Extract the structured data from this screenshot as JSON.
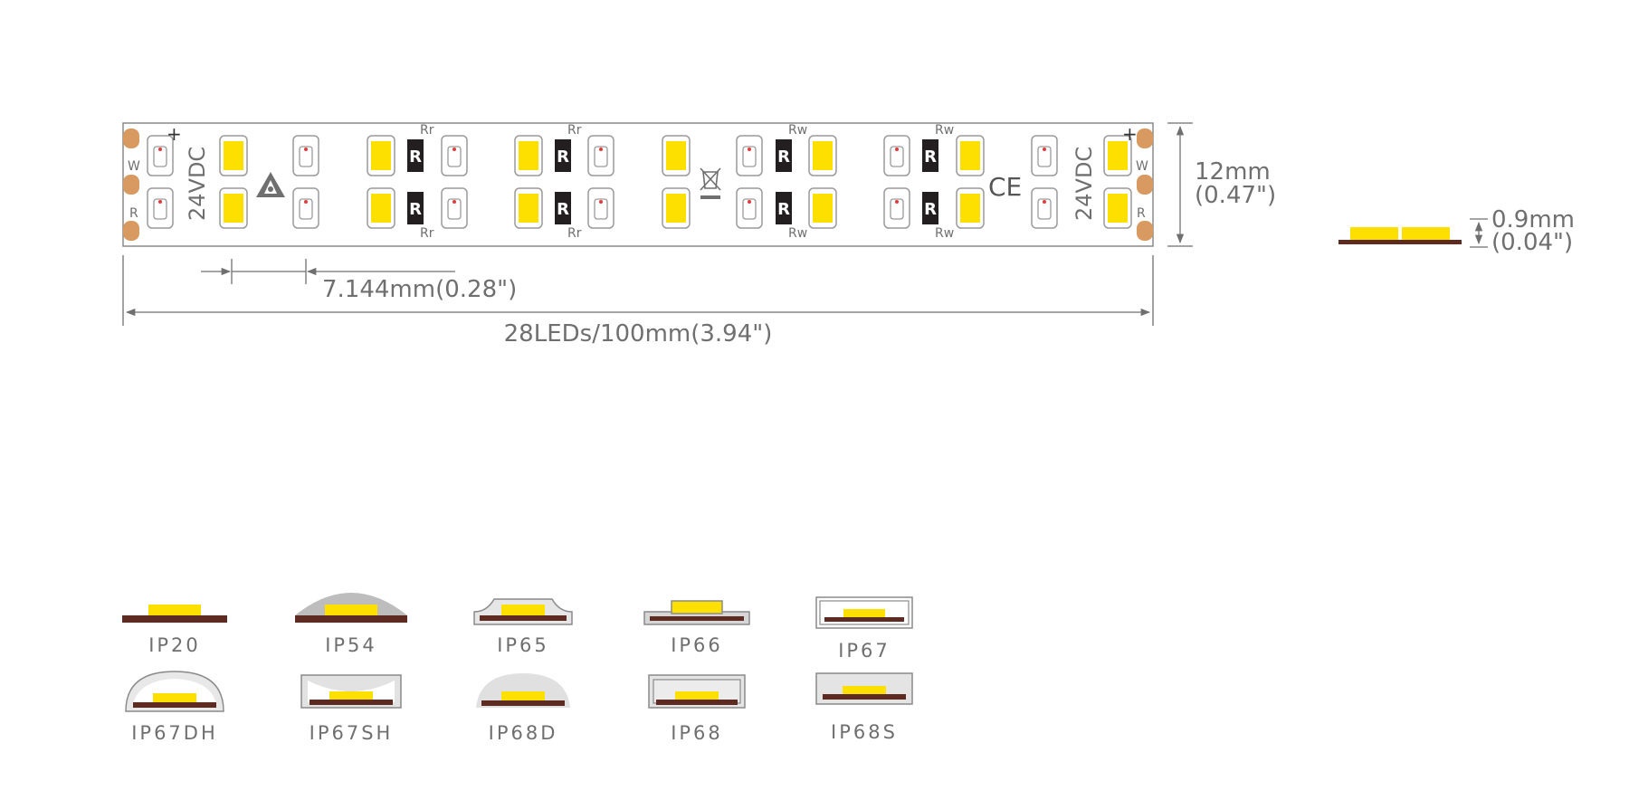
{
  "strip": {
    "voltage_left": "24VDC",
    "voltage_right": "24VDC",
    "pad_w": "W",
    "pad_r": "R",
    "resistor_letter": "R",
    "resistor_label_rr": "Rr",
    "resistor_label_rw": "Rw",
    "plus_sign": "+",
    "ce_mark": "CE",
    "esd_icon": "esd-warning-icon",
    "weee_icon": "crossed-bin-icon"
  },
  "dimensions": {
    "pitch": "7.144mm(0.28\")",
    "length": "28LEDs/100mm(3.94\")",
    "width_mm": "12mm",
    "width_in": "(0.47\")",
    "thickness_mm": "0.9mm",
    "thickness_in": "(0.04\")"
  },
  "ip_ratings": [
    {
      "label": "IP20",
      "style": "bare"
    },
    {
      "label": "IP54",
      "style": "dome"
    },
    {
      "label": "IP65",
      "style": "coated"
    },
    {
      "label": "IP66",
      "style": "potted"
    },
    {
      "label": "IP67",
      "style": "tube"
    },
    {
      "label": "IP67DH",
      "style": "dome-tube"
    },
    {
      "label": "IP67SH",
      "style": "silicone-tube"
    },
    {
      "label": "IP68D",
      "style": "solid-dome"
    },
    {
      "label": "IP68",
      "style": "solid-box"
    },
    {
      "label": "IP68S",
      "style": "solid-extrusion"
    }
  ],
  "colors": {
    "led_yellow": "#fde000",
    "pcb_brown": "#5e2b22",
    "solder_pad": "#d99a62",
    "line_gray": "#6f6f6f",
    "resistor_black": "#231f20",
    "silicone_gray": "#bdbdbd"
  }
}
